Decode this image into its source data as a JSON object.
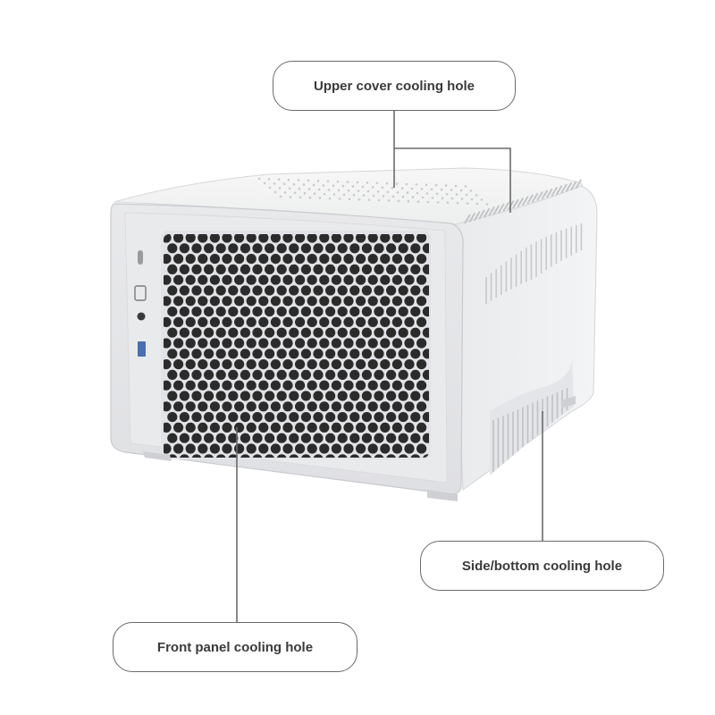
{
  "callouts": {
    "upper": "Upper cover cooling hole",
    "side_bottom": "Side/bottom cooling hole",
    "front": "Front panel cooling hole"
  },
  "colors": {
    "case_body": "#eeeff1",
    "case_front_frame": "#e6e7ea",
    "case_top": "#f4f5f6",
    "mesh_hole": "#2b2b2b",
    "leader_line": "#6b6b6b",
    "callout_border": "#6b6b6b"
  },
  "icons": [
    "power-button-icon",
    "audio-jack-icon",
    "usb-port-icon"
  ]
}
